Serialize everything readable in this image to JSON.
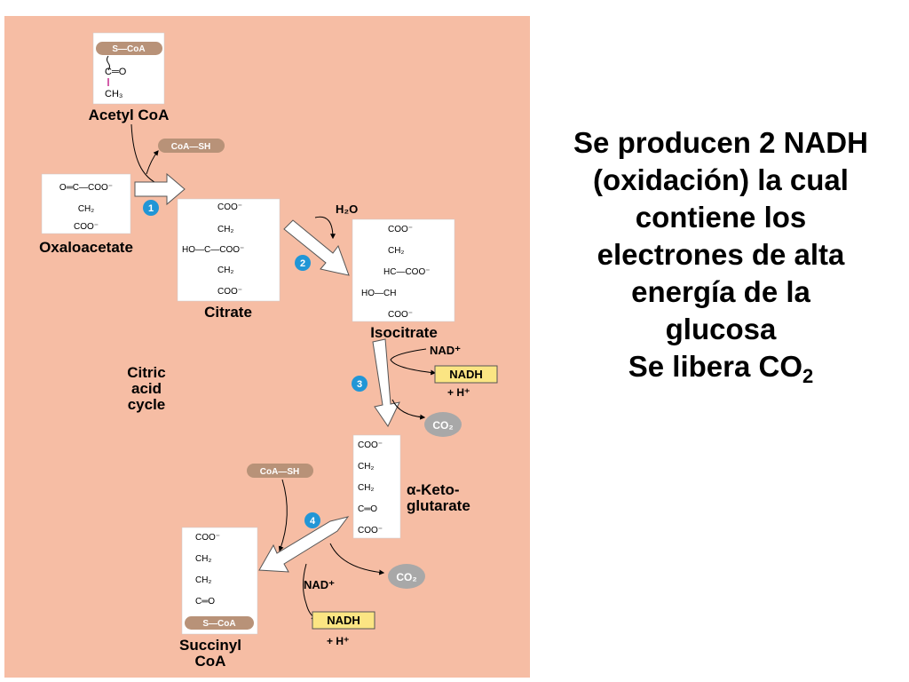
{
  "diagram": {
    "molecules": {
      "acetyl_coa": {
        "label": "Acetyl CoA",
        "lines": [
          "S—CoA",
          "C═O",
          "CH₃"
        ]
      },
      "oxaloacetate": {
        "label": "Oxaloacetate",
        "lines": [
          "O═C—COO⁻",
          "CH₂",
          "COO⁻"
        ]
      },
      "citrate": {
        "label": "Citrate",
        "lines": [
          "COO⁻",
          "CH₂",
          "HO—C—COO⁻",
          "CH₂",
          "COO⁻"
        ]
      },
      "isocitrate": {
        "label": "Isocitrate",
        "lines": [
          "COO⁻",
          "CH₂",
          "HC—COO⁻",
          "HO—CH",
          "COO⁻"
        ]
      },
      "alpha_ketoglutarate": {
        "label_line1": "α-Keto-",
        "label_line2": "glutarate",
        "lines": [
          "COO⁻",
          "CH₂",
          "CH₂",
          "C═O",
          "COO⁻"
        ]
      },
      "succinyl_coa": {
        "label_line1": "Succinyl",
        "label_line2": "CoA",
        "lines": [
          "COO⁻",
          "CH₂",
          "CH₂",
          "C═O",
          "S—CoA"
        ]
      }
    },
    "cycle_label": [
      "Citric",
      "acid",
      "cycle"
    ],
    "steps": [
      "1",
      "2",
      "3",
      "4"
    ],
    "coa_sh": "CoA—SH",
    "h2o": "H₂O",
    "nad_plus": "NAD⁺",
    "nadh": "NADH",
    "h_plus": "+ H⁺",
    "co2": "CO₂",
    "colors": {
      "background": "#f6bda4",
      "step_badge": "#2196d6",
      "coa_pill": "#b89278",
      "nadh_box": "#fbe583",
      "co2_oval": "#a8a8a8",
      "magenta_carbon": "#c4288d",
      "blue_carbon": "#2a8fc8"
    }
  },
  "slide_text": {
    "line1": "Se producen 2 NADH",
    "line2": "(oxidación) la cual",
    "line3": "contiene los",
    "line4": "electrones de alta",
    "line5": "energía de la",
    "line6": "glucosa",
    "line7_main": "Se libera CO",
    "line7_sub": "2"
  }
}
